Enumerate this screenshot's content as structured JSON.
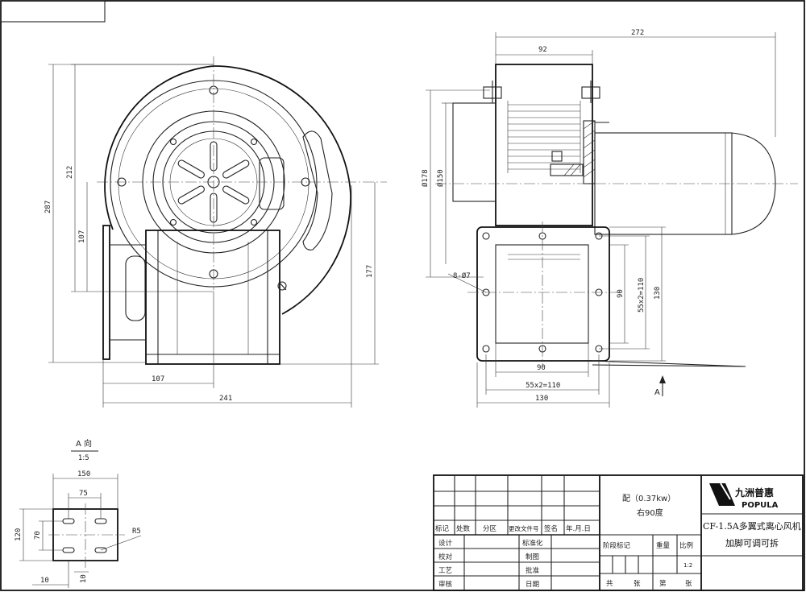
{
  "title_block": {
    "power_note": "配（0.37kw）",
    "rotation_note": "右90度",
    "product_name": "CF-1.5A多翼式离心风机",
    "product_sub": "加脚可调可拆",
    "logo_cn": "九洲普惠",
    "logo_en": "POPULA",
    "revision_headers": [
      "标记",
      "处数",
      "分区",
      "更改文件号",
      "签名",
      "年.月.日"
    ],
    "row_labels": [
      "设计",
      "校对",
      "工艺",
      "审核"
    ],
    "mid_labels": [
      "标准化",
      "制图",
      "批准",
      "日期"
    ],
    "stage_header": "阶段标记",
    "weight_header": "重量",
    "scale_header": "比例",
    "scale_value": "1:2",
    "sheet_total": "共",
    "sheet_unit_1": "张",
    "sheet_of": "第",
    "sheet_unit_2": "张"
  },
  "views": {
    "a_view_label": "A 向",
    "a_view_scale": "1:5",
    "a_arrow_label": "A"
  },
  "dimensions": {
    "front": {
      "height_total": "287",
      "height_212": "212",
      "height_107": "107",
      "height_177": "177",
      "width_107": "107",
      "width_241": "241"
    },
    "side": {
      "overall_272": "272",
      "width_92": "92",
      "dia_178": "Ø178",
      "dia_150": "Ø150",
      "holes": "8-Ø7",
      "flange_90_v": "90",
      "flange_55_v": "55x2=110",
      "flange_130_v": "130",
      "flange_90_h": "90",
      "flange_55_h": "55x2=110",
      "flange_130_h": "130"
    },
    "foot": {
      "w150": "150",
      "w75": "75",
      "h120": "120",
      "h70": "70",
      "r5": "R5",
      "w10": "10",
      "h10": "10"
    }
  }
}
